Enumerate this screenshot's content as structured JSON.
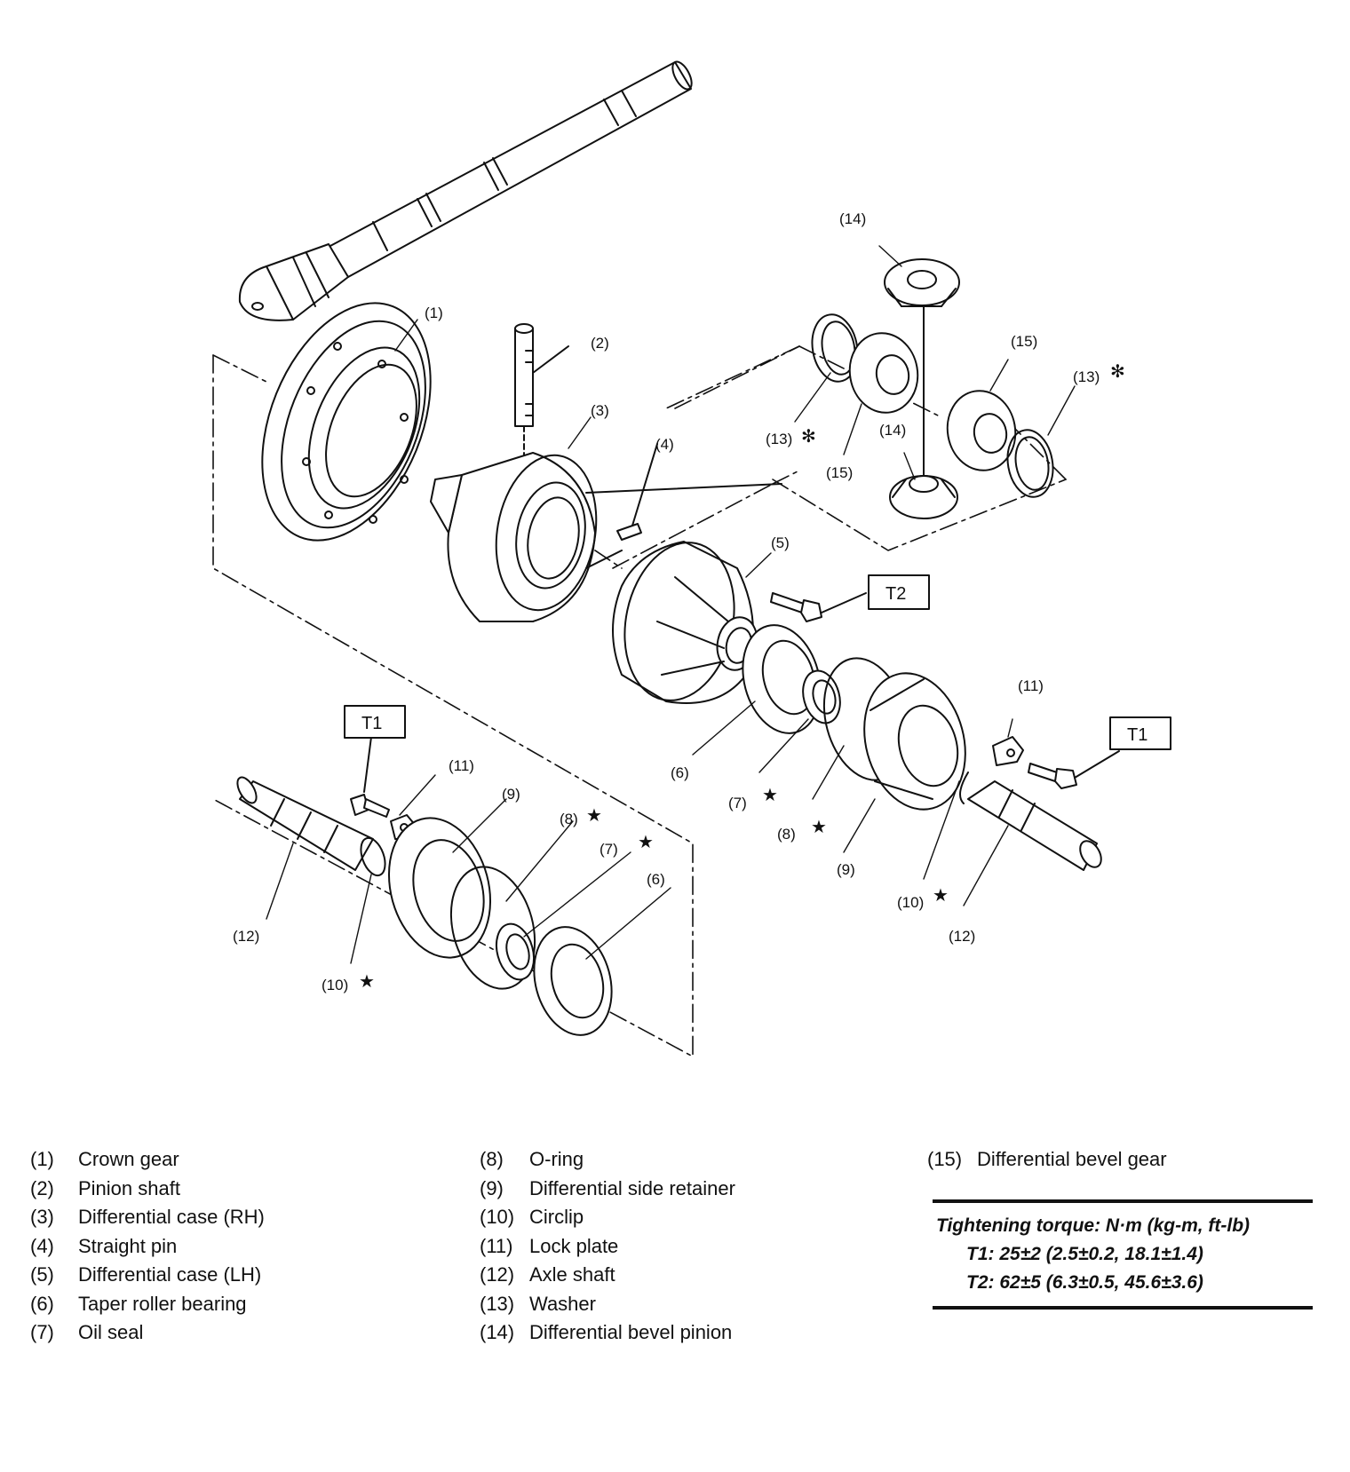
{
  "callouts": {
    "c1": "(1)",
    "c2": "(2)",
    "c3": "(3)",
    "c4": "(4)",
    "c5": "(5)",
    "c6a": "(6)",
    "c6b": "(6)",
    "c7a": "(7)",
    "c7b": "(7)",
    "c8a": "(8)",
    "c8b": "(8)",
    "c9a": "(9)",
    "c9b": "(9)",
    "c10a": "(10)",
    "c10b": "(10)",
    "c11a": "(11)",
    "c11b": "(11)",
    "c12a": "(12)",
    "c12b": "(12)",
    "c13a": "(13)",
    "c13b": "(13)",
    "c14a": "(14)",
    "c14b": "(14)",
    "c15a": "(15)",
    "c15b": "(15)"
  },
  "torque_tags": {
    "t2": "T2",
    "t1_left": "T1",
    "t1_right": "T1"
  },
  "symbols": {
    "star": "★",
    "asterisk": "✻"
  },
  "legend": [
    [
      {
        "num": "(1)",
        "label": "Crown gear"
      },
      {
        "num": "(2)",
        "label": "Pinion shaft"
      },
      {
        "num": "(3)",
        "label": "Differential case (RH)"
      },
      {
        "num": "(4)",
        "label": "Straight pin"
      },
      {
        "num": "(5)",
        "label": "Differential case (LH)"
      },
      {
        "num": "(6)",
        "label": "Taper roller bearing"
      },
      {
        "num": "(7)",
        "label": "Oil seal"
      }
    ],
    [
      {
        "num": "(8)",
        "label": "O-ring"
      },
      {
        "num": "(9)",
        "label": "Differential side retainer"
      },
      {
        "num": "(10)",
        "label": "Circlip"
      },
      {
        "num": "(11)",
        "label": "Lock plate"
      },
      {
        "num": "(12)",
        "label": "Axle shaft"
      },
      {
        "num": "(13)",
        "label": "Washer"
      },
      {
        "num": "(14)",
        "label": "Differential bevel pinion"
      }
    ],
    [
      {
        "num": "(15)",
        "label": "Differential bevel gear"
      }
    ]
  ],
  "torque": {
    "title": "Tightening torque: N·m (kg-m, ft-lb)",
    "t1": "T1: 25±2 (2.5±0.2, 18.1±1.4)",
    "t2": "T2: 62±5 (6.3±0.5, 45.6±3.6)"
  }
}
